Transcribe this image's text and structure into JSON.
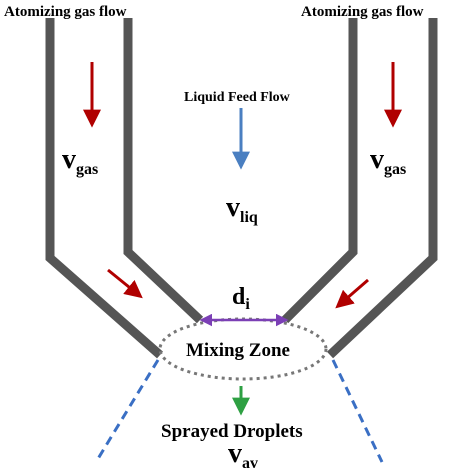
{
  "labels": {
    "gas_flow_left": "Atomizing gas flow",
    "gas_flow_right": "Atomizing gas flow",
    "liquid_feed": "Liquid Feed Flow",
    "v_gas_left": "v",
    "v_gas_left_sub": "gas",
    "v_gas_right": "v",
    "v_gas_right_sub": "gas",
    "v_liq": "v",
    "v_liq_sub": "liq",
    "d_i": "d",
    "d_i_sub": "i",
    "mixing_zone": "Mixing Zone",
    "sprayed_droplets": "Sprayed Droplets",
    "v_av": "v",
    "v_av_sub": "av"
  },
  "colors": {
    "wall": "#555555",
    "gas_arrow": "#b00000",
    "liquid_arrow": "#4a7fc1",
    "droplet_arrow": "#2ea043",
    "diameter_arrow": "#7b3fb5",
    "spray_cone": "#3a6fc4",
    "mixing_zone_outline": "#777777"
  }
}
